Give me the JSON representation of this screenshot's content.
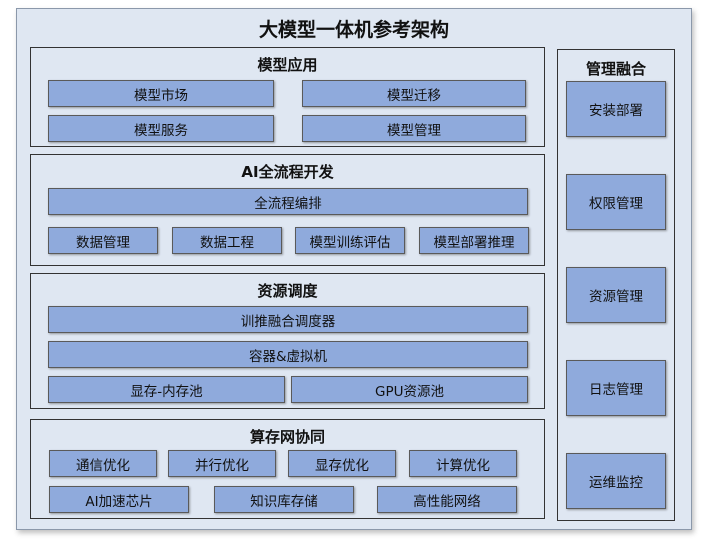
{
  "title": "大模型一体机参考架构",
  "model_app": {
    "title": "模型应用",
    "items": [
      "模型市场",
      "模型迁移",
      "模型服务",
      "模型管理"
    ]
  },
  "ai_dev": {
    "title": "AI全流程开发",
    "full_pipeline": "全流程编排",
    "items": [
      "数据管理",
      "数据工程",
      "模型训练评估",
      "模型部署推理"
    ]
  },
  "resource": {
    "title": "资源调度",
    "scheduler": "训推融合调度器",
    "container": "容器&虚拟机",
    "pools": [
      "显存-内存池",
      "GPU资源池"
    ]
  },
  "compute": {
    "title": "算存网协同",
    "row1": [
      "通信优化",
      "并行优化",
      "显存优化",
      "计算优化"
    ],
    "row2": [
      "AI加速芯片",
      "知识库存储",
      "高性能网络"
    ]
  },
  "management": {
    "title": "管理融合",
    "items": [
      "安装部署",
      "权限管理",
      "资源管理",
      "日志管理",
      "运维监控"
    ]
  }
}
